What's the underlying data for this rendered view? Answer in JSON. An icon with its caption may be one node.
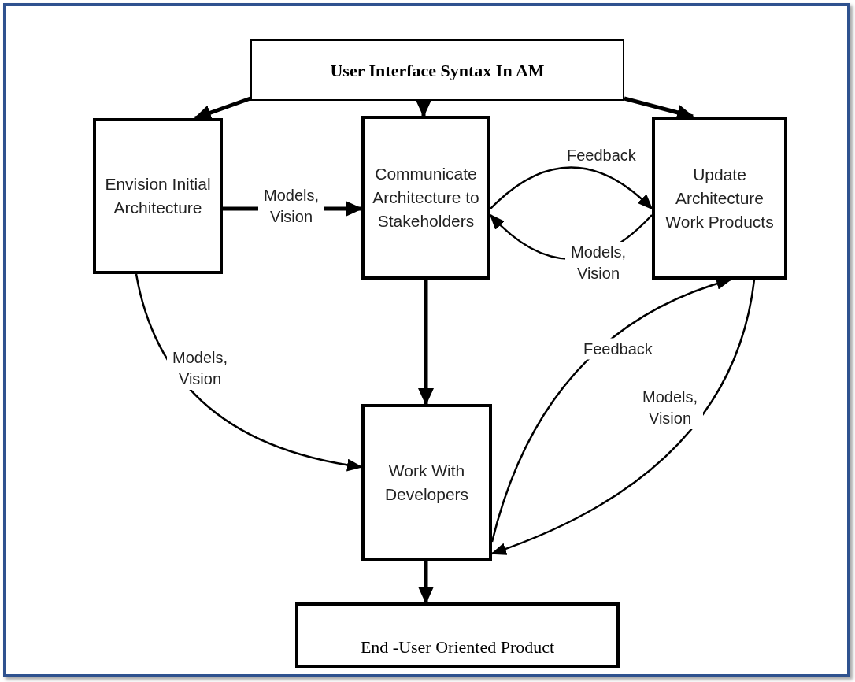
{
  "diagram": {
    "nodes": [
      {
        "text": [
          "User Interface Syntax In AM"
        ]
      },
      {
        "text": [
          "Envision Initial Architecture"
        ]
      },
      {
        "text": [
          "Communicate Architecture to Stakeholders"
        ]
      },
      {
        "text": [
          "Update Architecture Work Products"
        ]
      },
      {
        "text": [
          "Work With Developers"
        ]
      },
      {
        "text": [
          "End -User Oriented Product"
        ]
      }
    ],
    "edges": [
      {
        "from": 0,
        "to": 1,
        "arrow": "to"
      },
      {
        "from": 0,
        "to": 2,
        "arrow": "to"
      },
      {
        "from": 0,
        "to": 3,
        "arrow": "to"
      },
      {
        "from": 1,
        "to": 2,
        "arrow": "to",
        "label": "Models, Vision"
      },
      {
        "from": 2,
        "to": 3,
        "arrow": "to",
        "label": "Feedback"
      },
      {
        "from": 3,
        "to": 2,
        "arrow": "to",
        "label": "Models, Vision"
      },
      {
        "from": 2,
        "to": 4,
        "arrow": "to"
      },
      {
        "from": 1,
        "to": 4,
        "arrow": "to",
        "label": "Models, Vision"
      },
      {
        "from": 4,
        "to": 3,
        "arrow": "to",
        "label": "Feedback"
      },
      {
        "from": 3,
        "to": 4,
        "arrow": "to",
        "label": "Models, Vision"
      },
      {
        "from": 4,
        "to": 5,
        "arrow": "to"
      }
    ]
  }
}
